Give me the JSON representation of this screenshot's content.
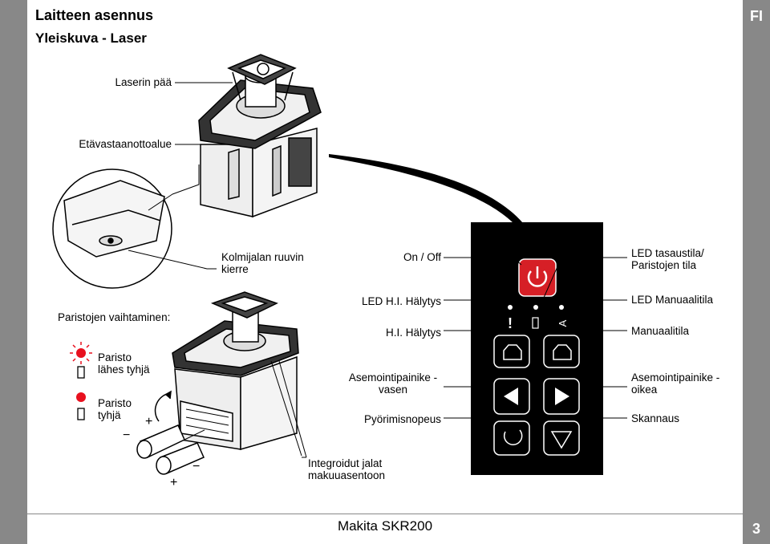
{
  "header": {
    "title": "Laitteen asennus",
    "subtitle": "Yleiskuva - Laser",
    "lang": "FI"
  },
  "footer": {
    "product": "Makita SKR200",
    "page_number": "3"
  },
  "labels": {
    "laser_head": "Laserin pää",
    "remote_area": "Etävastaanottoalue",
    "tripod_thread": [
      "Kolmijalan ruuvin",
      "kierre"
    ],
    "on_off": "On / Off",
    "led_level": [
      "LED tasaustila/",
      "Paristojen tila"
    ],
    "battery_change": "Paristojen vaihtaminen:",
    "led_hi_alarm": "LED H.I. Hälytys",
    "led_manual": "LED Manuaalitila",
    "hi_alarm": "H.I. Hälytys",
    "manual_mode": "Manuaalitila",
    "battery_low": [
      "Paristo",
      "lähes tyhjä"
    ],
    "battery_empty": [
      "Paristo",
      "tyhjä"
    ],
    "adjust_left": [
      "Asemointipainike -",
      "vasen"
    ],
    "adjust_right": [
      "Asemointipainike -",
      "oikea"
    ],
    "rotation_speed": "Pyörimisnopeus",
    "scan": "Skannaus",
    "integrated_grips": [
      "Integroidut jalat",
      "makuuasentoon"
    ]
  },
  "keypad": {
    "alarm_symbol": "!",
    "manual_symbol": "A"
  },
  "polarity": {
    "plus": "+",
    "minus": "−"
  },
  "colors": {
    "side_bar": "#888888",
    "keypad_bg": "#000000",
    "power_button": "#d61f26",
    "led_red": "#e8101e"
  }
}
